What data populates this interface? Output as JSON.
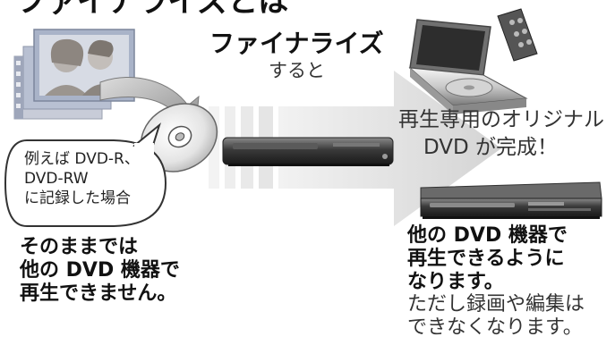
{
  "heading": "ファイナライズとは",
  "finalize_label": "ファイナライズ",
  "finalize_sub": "すると",
  "result_line_1": "再生専用のオリジナル",
  "result_line_2": "DVD が完成！",
  "bubble_lines": [
    "例えば DVD-R、",
    "DVD-RW",
    "に記録した場合"
  ],
  "left_note_lines": [
    "そのままでは",
    "他の DVD 機器で",
    "再生できません。"
  ],
  "right_note_lines": [
    "他の DVD 機器で",
    "再生できるように",
    "なります。"
  ],
  "right_sub_lines": [
    "ただし録画や編集は",
    "できなくなります。"
  ],
  "colors": {
    "arrow": "#d9d9d9",
    "device_body": "#4a4a4a",
    "disc": "#e6e6e6",
    "text": "#111111"
  },
  "icons": [
    "video-stack-icon",
    "curved-arrow-icon",
    "dvd-disc-icon",
    "dvd-recorder-icon",
    "portable-dvd-player-icon",
    "remote-control-icon",
    "dvd-player-icon"
  ]
}
